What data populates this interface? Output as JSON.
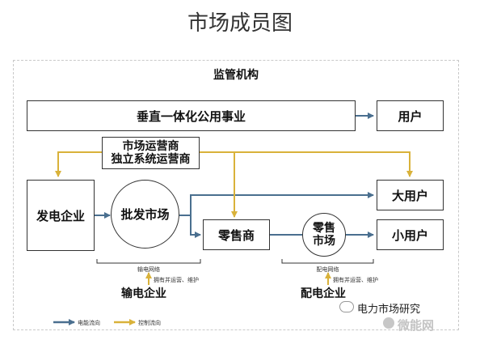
{
  "title": "市场成员图",
  "regulator": "监管机构",
  "boxes": {
    "utility": "垂直一体化公用事业",
    "user": "用户",
    "operator_line1": "市场运营商",
    "operator_line2": "独立系统运营商",
    "generator": "发电企业",
    "wholesale": "批发市场",
    "retailer": "零售商",
    "retail_market_line1": "零售",
    "retail_market_line2": "市场",
    "large_user": "大用户",
    "small_user": "小用户"
  },
  "networks": {
    "transmission_network": "输电网络",
    "transmission_note": "拥有并运营、维护",
    "transmission_company": "输电企业",
    "distribution_network": "配电网络",
    "distribution_note": "拥有并运营、维护",
    "distribution_company": "配电企业"
  },
  "legend": {
    "energy_flow": "电能流向",
    "control_flow": "控制流向"
  },
  "watermark": {
    "source": "电力市场研究",
    "brand": "微能网"
  },
  "colors": {
    "energy_arrow": "#4a6f8f",
    "control_arrow": "#d9b23a"
  }
}
